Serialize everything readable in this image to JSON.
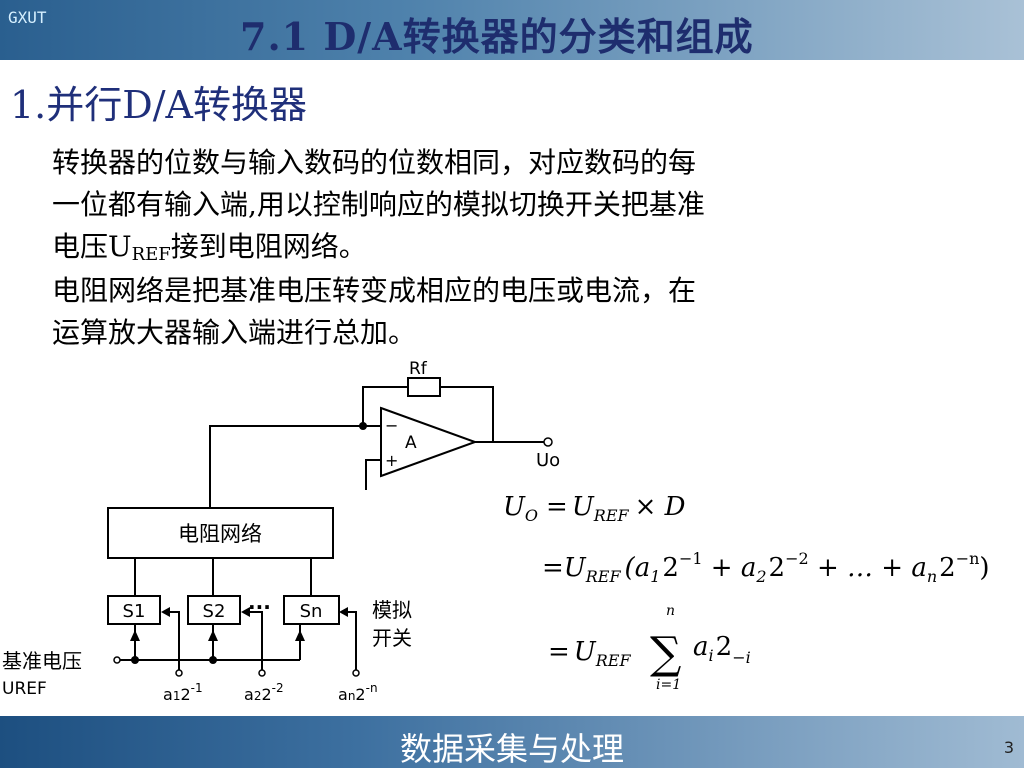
{
  "header": {
    "logo": "GXUT",
    "title": "7.1 D/A转换器的分类和组成"
  },
  "section_title": "1.并行D/A转换器",
  "paragraph1": {
    "line1": "转换器的位数与输入数码的位数相同，对应数码的每",
    "line2": "一位都有输入端,用以控制响应的模拟切换开关把基准",
    "line3_pre": "电压U",
    "line3_sub": "REF",
    "line3_post": "接到电阻网络。"
  },
  "paragraph2": {
    "line1": "电阻网络是把基准电压转变成相应的电压或电流，在",
    "line2": "运算放大器输入端进行总加。"
  },
  "diagram": {
    "rf_label": "Rf",
    "opamp_label": "A",
    "minus": "−",
    "plus": "+",
    "output_label": "Uo",
    "network_label": "电阻网络",
    "switches": [
      "S1",
      "S2",
      "Sn"
    ],
    "dots": "···",
    "analog_switch_line1": "模拟",
    "analog_switch_line2": "开关",
    "ref_label_line1": "基准电压",
    "ref_label_line2": "UREF",
    "inputs": [
      {
        "a": "a",
        "sub": "1",
        "base": "2",
        "exp": "-1"
      },
      {
        "a": "a",
        "sub": "2",
        "base": "2",
        "exp": "-2"
      },
      {
        "a": "a",
        "sub": "n",
        "base": "2",
        "exp": "-n"
      }
    ]
  },
  "equations": {
    "eq1": {
      "lhs": "U",
      "lhs_sub": "O",
      "eq": "=",
      "u": "U",
      "u_sub": "REF",
      "rest": "× D"
    },
    "eq2": {
      "eq": "=",
      "u": "U",
      "u_sub": "REF",
      "body": [
        "(a",
        "1",
        "2",
        "−1",
        " + a",
        "2",
        "2",
        "−2",
        " + … + a",
        "n",
        "2",
        "−n",
        ")"
      ]
    },
    "eq3": {
      "eq": "=",
      "u": "U",
      "u_sub": "REF",
      "sigma": "∑",
      "upper": "n",
      "lower": "i=1",
      "term_a": "a",
      "term_sub": "i",
      "term_base": "2",
      "term_exp": "−i"
    }
  },
  "footer": {
    "text": "数据采集与处理",
    "page": "3"
  }
}
